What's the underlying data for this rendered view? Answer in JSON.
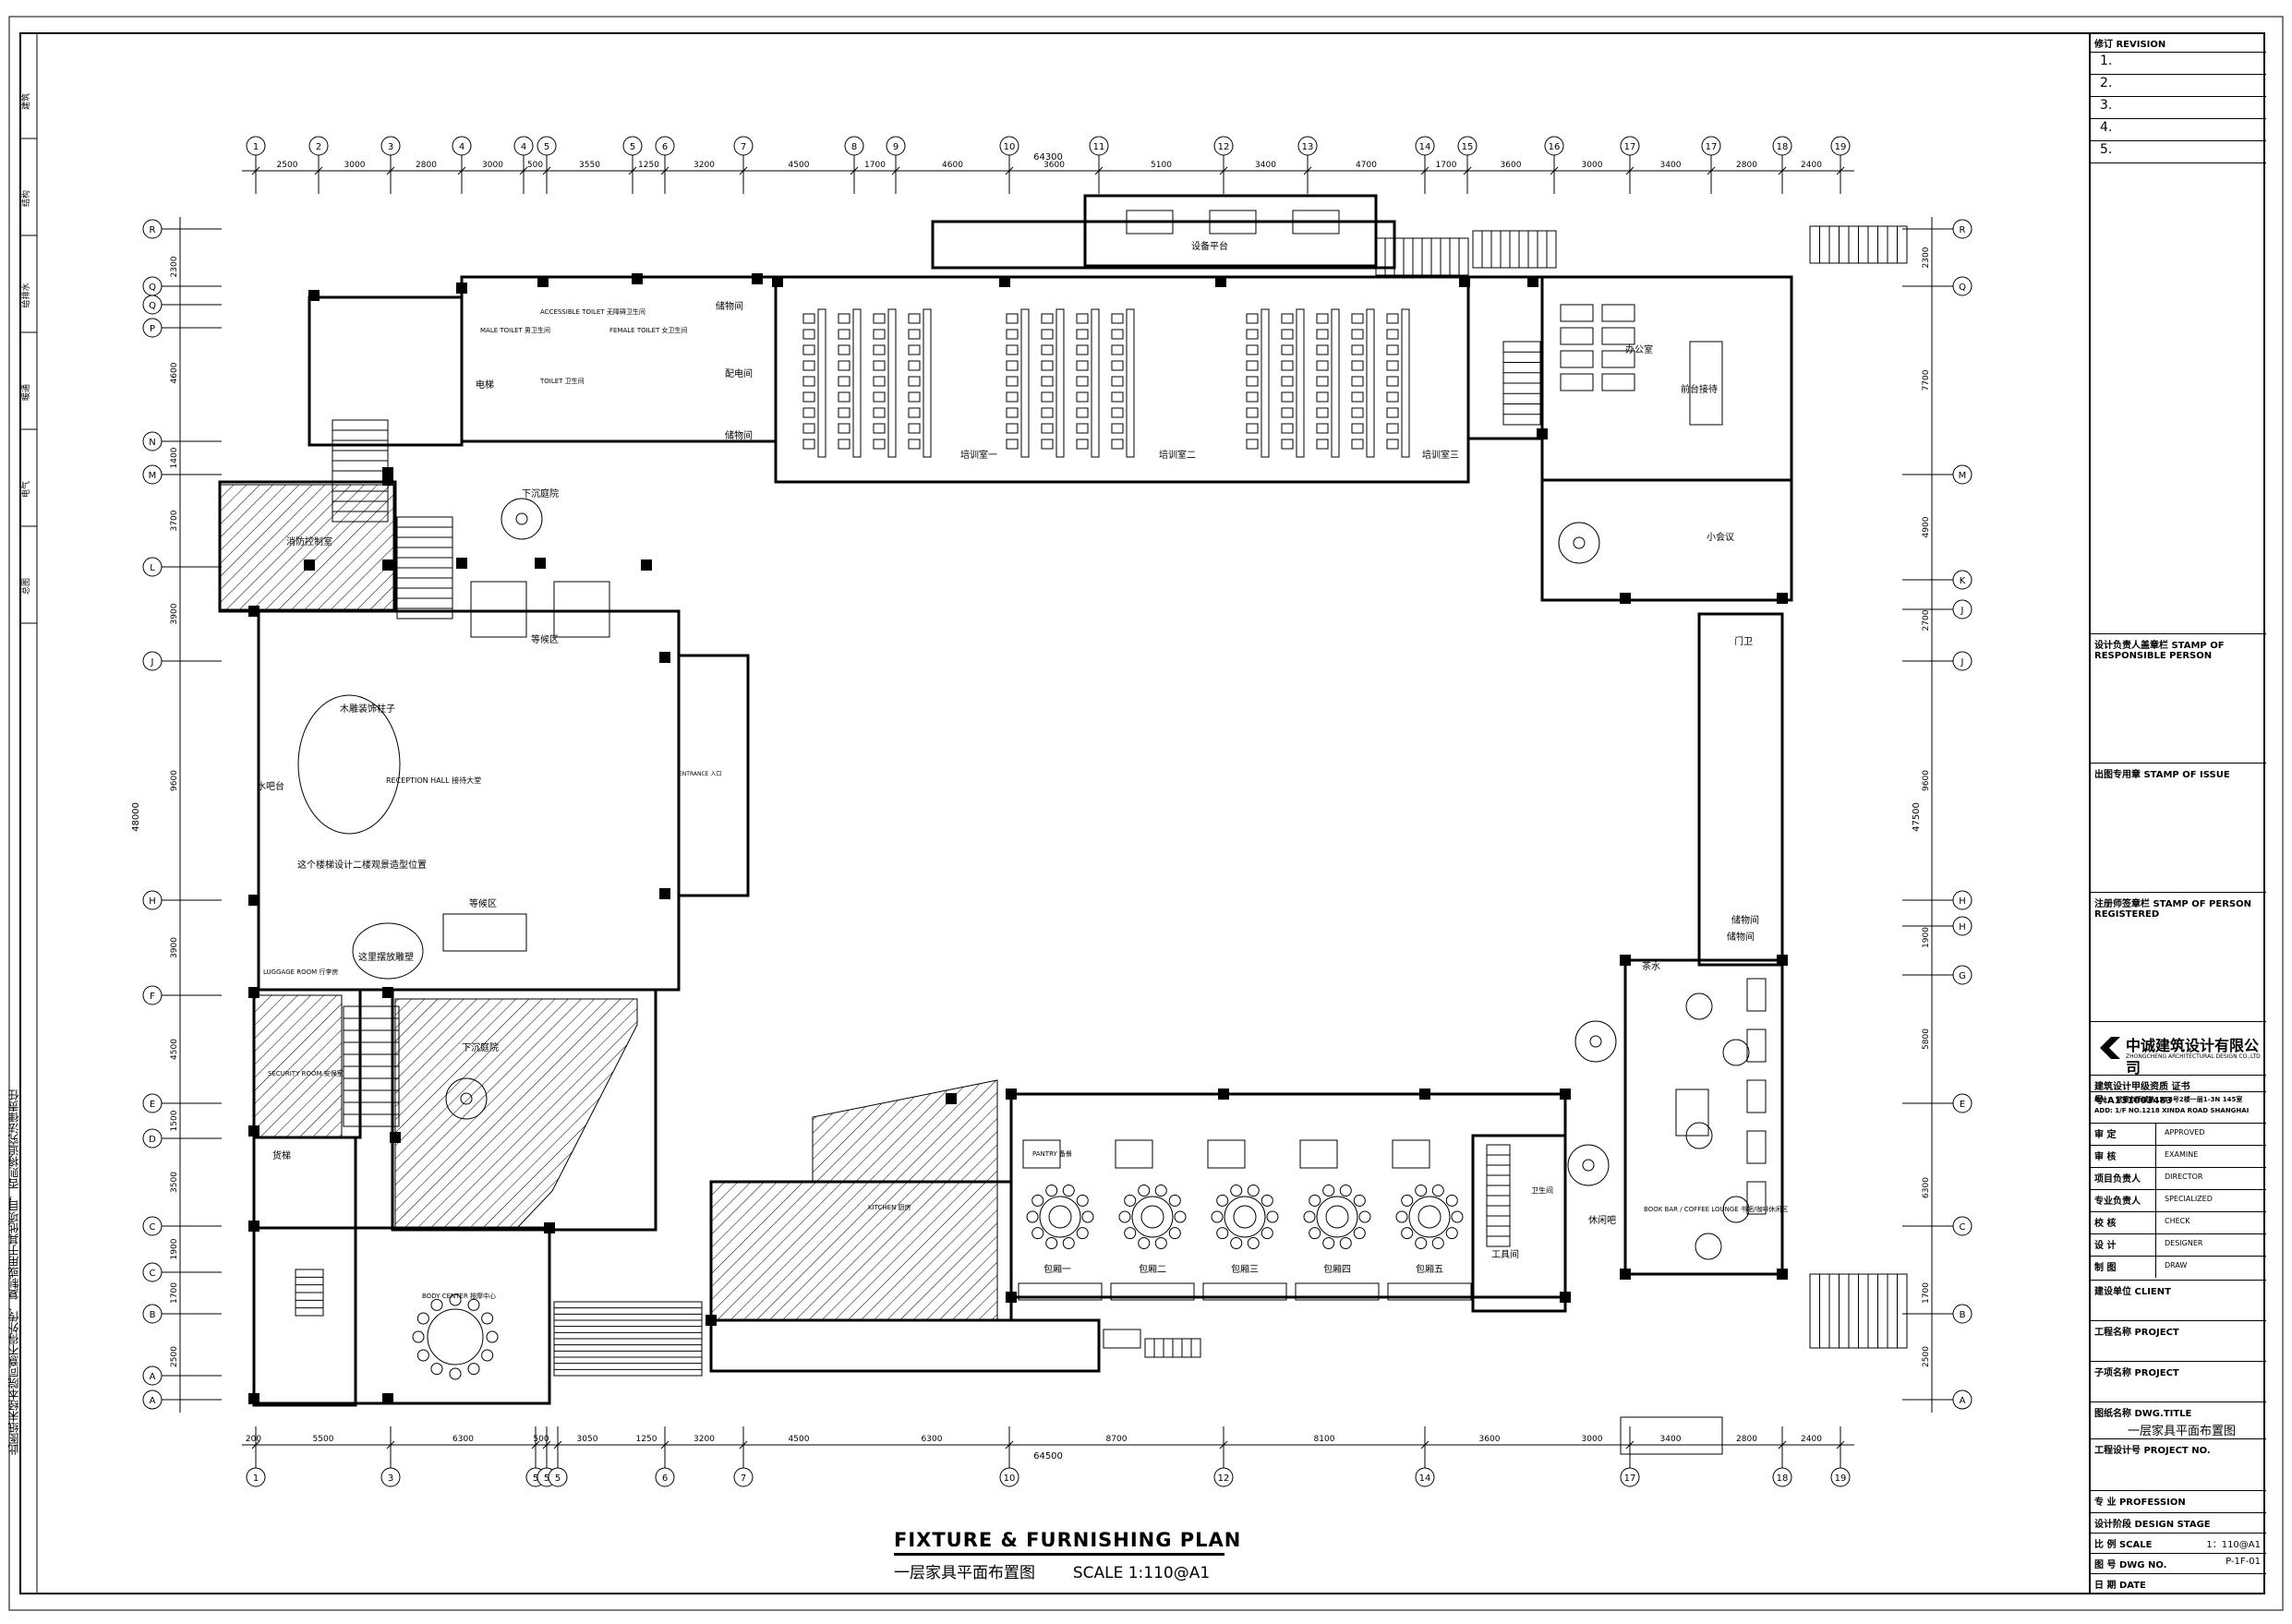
{
  "title_block": {
    "revision_label": "修订 REVISION",
    "revisions": [
      "1.",
      "2.",
      "3.",
      "4.",
      "5."
    ],
    "stamp_responsible": "设计负责人盖章栏 STAMP OF RESPONSIBLE PERSON",
    "stamp_issue": "出图专用章 STAMP OF ISSUE",
    "stamp_registered": "注册师签章栏 STAMP OF PERSON REGISTERED",
    "company_cn": "中诚建筑设计有限公司",
    "company_en": "ZHONGCHENG ARCHITECTURAL DESIGN CO.,LTD",
    "qualification": "建筑设计甲级资质 证书号:A131003483",
    "address_cn": "地址：  常德市环城路1218号2楼一层1-3N 145室",
    "address_en": "ADD: 1/F NO.1218 XINDA ROAD SHANGHAI",
    "roles": [
      {
        "cn": "审  定",
        "en": "APPROVED"
      },
      {
        "cn": "审  核",
        "en": "EXAMINE"
      },
      {
        "cn": "项目负责人",
        "en": "DIRECTOR"
      },
      {
        "cn": "专业负责人",
        "en": "SPECIALIZED"
      },
      {
        "cn": "校  核",
        "en": "CHECK"
      },
      {
        "cn": "设  计",
        "en": "DESIGNER"
      },
      {
        "cn": "制  图",
        "en": "DRAW"
      }
    ],
    "client": "建设单位 CLIENT",
    "project": "工程名称 PROJECT",
    "sub_project": "子项名称 PROJECT",
    "drawing_title_label": "图纸名称 DWG.TITLE",
    "drawing_title": "一层家具平面布置图",
    "project_no": "工程设计号 PROJECT NO.",
    "profession": "专  业 PROFESSION",
    "design_stage": "设计阶段 DESIGN STAGE",
    "scale_label": "比  例 SCALE",
    "scale_value": "1：110@A1",
    "dwg_no_label": "图  号 DWG NO.",
    "dwg_no_value": "P-1F-01",
    "date_label": "日  期 DATE"
  },
  "plan_title": {
    "english": "FIXTURE & FURNISHING PLAN",
    "chinese": "一层家具平面布置图",
    "scale": "SCALE  1:110@A1"
  },
  "side_note": "此图纸未经本院同意不得外传、复制或用于其他项目，否则将追究法律责任",
  "left_strip_labels": [
    "建筑",
    "结构",
    "给排水",
    "暖通",
    "电气",
    "总图"
  ],
  "grid": {
    "columns_top": [
      "1",
      "2",
      "3",
      "4",
      "4",
      "5",
      "5",
      "6",
      "7",
      "8",
      "9",
      "10",
      "11",
      "12",
      "13",
      "14",
      "15",
      "16",
      "17",
      "17",
      "18",
      "19"
    ],
    "top_dims": [
      "2500",
      "3000",
      "2800",
      "3000",
      "500",
      "3550",
      "1250",
      "3200",
      "4500",
      "1700",
      "4600",
      "3600",
      "5100",
      "3400",
      "4700",
      "1700",
      "3600",
      "3000",
      "3400",
      "2800",
      "2400"
    ],
    "top_total": "64300",
    "columns_bottom": [
      "1",
      "3",
      "5",
      "5",
      "5",
      "6",
      "7",
      "10",
      "12",
      "14",
      "17",
      "18",
      "19"
    ],
    "bottom_dims": [
      "200",
      "5500",
      "6300",
      "500",
      "3050",
      "1250",
      "3200",
      "4500",
      "6300",
      "8700",
      "8100",
      "3600",
      "3000",
      "3400",
      "2800",
      "2400"
    ],
    "bottom_total": "64500",
    "rows": [
      "R",
      "Q",
      "Q",
      "P",
      "N",
      "M",
      "L",
      "J",
      "H",
      "F",
      "E",
      "D",
      "C",
      "C",
      "B",
      "A",
      "A"
    ],
    "rows_right": [
      "R",
      "Q",
      "M",
      "K",
      "J",
      "J",
      "H",
      "H",
      "G",
      "E",
      "C",
      "B",
      "A"
    ],
    "left_dims": [
      "2300",
      "4600",
      "1400",
      "3700",
      "3900",
      "9600",
      "3900",
      "4500",
      "1500",
      "3500",
      "1900",
      "1700",
      "2500"
    ],
    "left_total": "48000",
    "right_dims": [
      "2300",
      "7700",
      "4900",
      "2700",
      "9600",
      "1900",
      "5800",
      "6300",
      "1700",
      "2500"
    ],
    "right_total": "47500"
  },
  "rooms": {
    "equipment_platform": "设备平台",
    "storage_1": "储物间",
    "storage_2": "储物间",
    "storage_3": "储物间",
    "distribution": "配电间",
    "male_toilet": "MALE TOILET 男卫生间",
    "female_toilet": "FEMALE TOILET 女卫生间",
    "accessible_toilet": "ACCESSIBLE TOILET 无障碍卫生间",
    "toilet": "TOILET 卫生间",
    "elevator": "电梯",
    "training_1": "培训室一",
    "training_2": "培训室二",
    "training_3": "培训室三",
    "office": "办公室",
    "reception_desk": "前台接待",
    "courtyard": "下沉庭院",
    "small_room": "小会议",
    "fire_control": "消防控制室",
    "waiting": "等候区",
    "reception_hall": "RECEPTION HALL 接待大堂",
    "tree_pillar": "木雕装饰柱子",
    "water_bar": "水吧台",
    "entrance": "ENTRANCE 入口",
    "stair_note": "这个楼梯设计二楼观景造型位置",
    "waiting_2": "等候区",
    "sculpture_note": "这里摆放雕塑",
    "luggage": "LUGGAGE ROOM 行李房",
    "security": "SECURITY ROOM 安保室",
    "courtyard_2": "下沉庭院",
    "elevator_2": "货梯",
    "kitchen": "KITCHEN 厨房",
    "private_room_1": "包厢一",
    "private_room_2": "包厢二",
    "private_room_3": "包厢三",
    "private_room_4": "包厢四",
    "private_room_5": "包厢五",
    "pantry": "PANTRY 备餐",
    "book_bar": "BOOK BAR / COFFEE LOUNGE 书吧/咖啡休闲区",
    "body_center": "BODY CENTER 按摩中心",
    "staff": "工具间",
    "toilet_2": "卫生间",
    "gate": "门卫",
    "storage_4": "储物间",
    "lounge_note": "休闲吧",
    "tea": "茶水"
  }
}
